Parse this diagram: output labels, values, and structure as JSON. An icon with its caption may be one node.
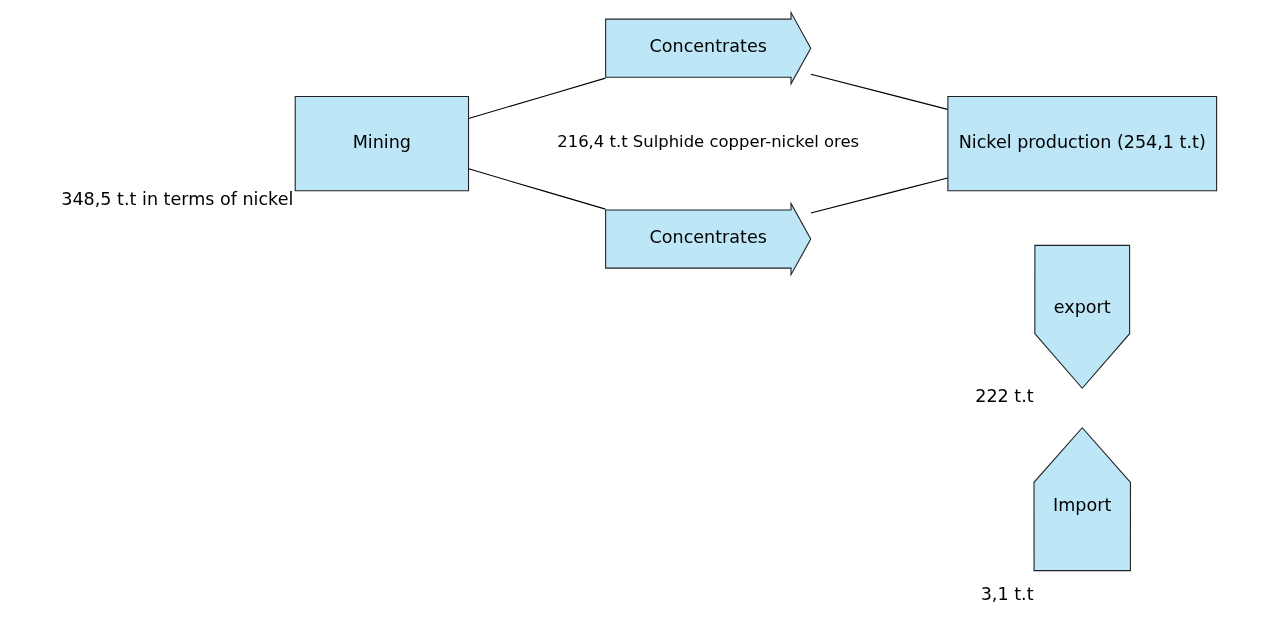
{
  "diagram": {
    "nodes": [
      {
        "text": [
          "Mining"
        ],
        "beside": [
          "348,5 t.t in terms of nickel"
        ]
      },
      {
        "text": [
          "Concentrates"
        ]
      },
      {
        "text": [
          "Concentrates"
        ]
      },
      {
        "text": [
          "Nickel production (254,1 t.t)"
        ]
      },
      {
        "text": [
          "export"
        ],
        "beside": [
          "222 t.t"
        ]
      },
      {
        "text": [
          "Import"
        ],
        "beside": [
          "3,1 t.t"
        ]
      }
    ],
    "edges": [
      {
        "from": 0,
        "to": 1,
        "arrow": "none"
      },
      {
        "from": 0,
        "to": 2,
        "arrow": "none"
      },
      {
        "from": 1,
        "to": 3,
        "arrow": "none"
      },
      {
        "from": 2,
        "to": 3,
        "arrow": "none"
      }
    ],
    "labels": [
      "216,4 t.t Sulphide copper-nickel ores"
    ]
  }
}
